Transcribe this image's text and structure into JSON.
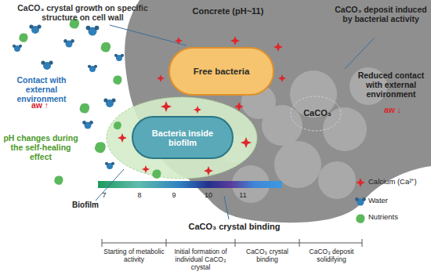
{
  "diagram": {
    "nodes": [
      {
        "text": [
          "Free bacteria"
        ]
      },
      {
        "text": [
          "Bacteria inside biofilm"
        ]
      }
    ],
    "labels": [
      "CaCO₃ crystal growth on specific structure on cell wall",
      "Concrete (pH~11)",
      "CaCO₃ deposit induced by bacterial activity",
      "Contact with external environment",
      "aw ↑",
      "Reduced contact with external environment",
      "aw ↓",
      "CaCO₃",
      "pH changes during the self-healing effect",
      "7",
      "8",
      "9",
      "10",
      "11",
      "Biofilm",
      "CaCO₃ crystal binding",
      "Starting of metabolic activity",
      "Initial formation of individual CaCO₃ crystal",
      "CaCO₃ crystal binding",
      "CaCO₃ deposit solidifying"
    ],
    "legend": [
      {
        "text": "Calcium (Ca²⁺)"
      },
      {
        "text": "Water"
      },
      {
        "text": "Nutrients"
      }
    ]
  }
}
